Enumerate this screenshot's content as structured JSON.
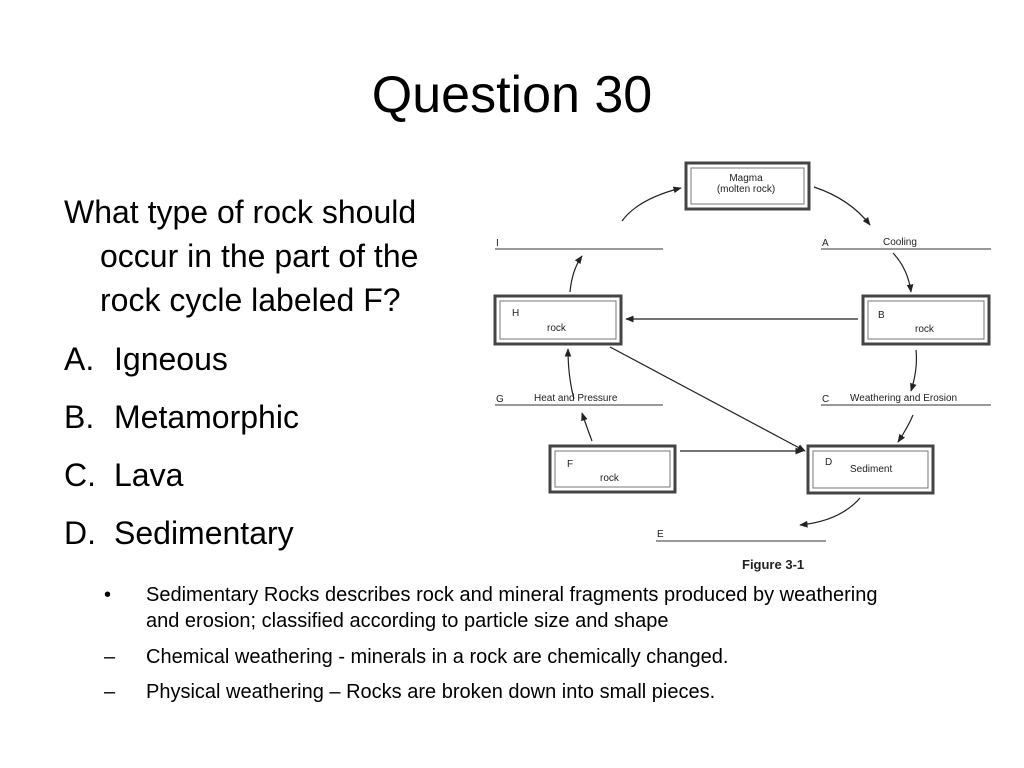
{
  "slide": {
    "title": "Question 30"
  },
  "question": {
    "text": "What type of rock should occur in the part of the rock cycle labeled F?",
    "options": [
      {
        "letter": "A.",
        "text": "Igneous"
      },
      {
        "letter": "B.",
        "text": "Metamorphic"
      },
      {
        "letter": "C.",
        "text": "Lava"
      },
      {
        "letter": "D.",
        "text": "Sedimentary"
      }
    ]
  },
  "notes": [
    {
      "marker": "•",
      "text": "Sedimentary Rocks describes rock and mineral fragments produced by weathering and erosion; classified according to particle size and shape"
    },
    {
      "marker": "–",
      "text": "Chemical weathering - minerals in a rock are chemically changed."
    },
    {
      "marker": "–",
      "text": "Physical weathering – Rocks are broken down into small pieces."
    }
  ],
  "diagram": {
    "magma_box": {
      "line1": "Magma",
      "line2": "(molten rock)"
    },
    "box_b": {
      "letter": "B",
      "label": "rock"
    },
    "box_h": {
      "letter": "H",
      "label": "rock"
    },
    "box_d": {
      "letter": "D",
      "label": "Sediment"
    },
    "box_f": {
      "letter": "F",
      "label": "rock"
    },
    "line_a": {
      "letter": "A",
      "label": "Cooling"
    },
    "line_i": {
      "letter": "I",
      "label": ""
    },
    "line_c": {
      "letter": "C",
      "label": "Weathering and Erosion"
    },
    "line_g": {
      "letter": "G",
      "label": "Heat and Pressure"
    },
    "line_e": {
      "letter": "E",
      "label": ""
    },
    "caption": "Figure 3-1"
  }
}
